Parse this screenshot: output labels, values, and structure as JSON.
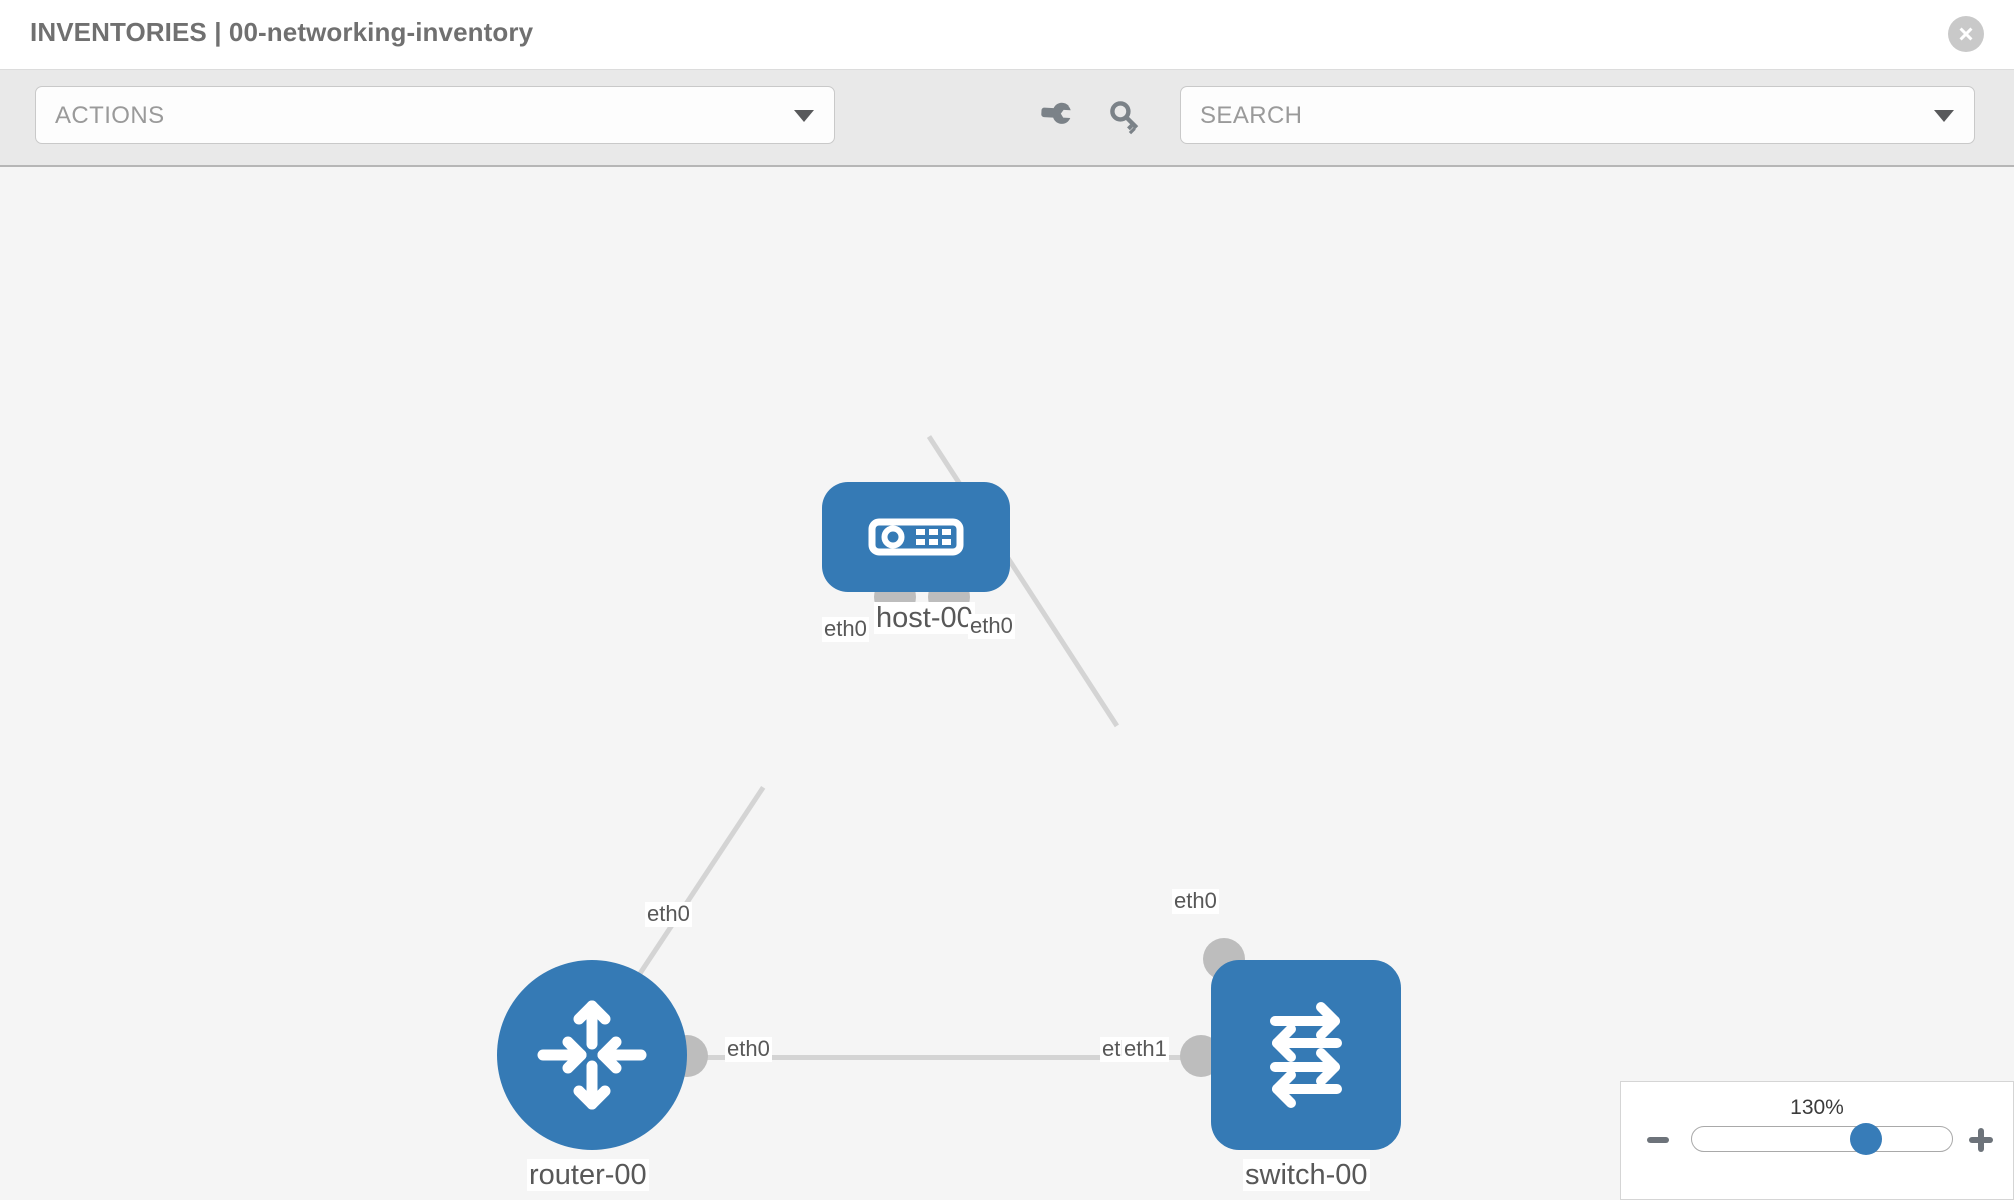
{
  "header": {
    "title": "INVENTORIES | 00-networking-inventory",
    "close_icon": "close-circle-icon"
  },
  "toolbar": {
    "actions_label": "ACTIONS",
    "actions_caret_icon": "chevron-down-icon",
    "wrench_icon": "wrench-icon",
    "key_icon": "key-icon",
    "search_placeholder": "SEARCH",
    "search_value": "",
    "search_caret_icon": "chevron-down-icon"
  },
  "topology": {
    "nodes": [
      {
        "id": "host-00",
        "label": "host-00",
        "icon": "server-icon",
        "shape": "rounded-rect",
        "color": "#357ab5"
      },
      {
        "id": "router-00",
        "label": "router-00",
        "icon": "router-icon",
        "shape": "circle",
        "color": "#357ab5"
      },
      {
        "id": "switch-00",
        "label": "switch-00",
        "icon": "switch-icon",
        "shape": "rounded-square",
        "color": "#357ab5"
      }
    ],
    "links": [
      {
        "from": "host-00",
        "from_if": "eth0",
        "to": "router-00",
        "to_if": "eth0"
      },
      {
        "from": "host-00",
        "from_if": "eth0",
        "to": "switch-00",
        "to_if": "eth0"
      },
      {
        "from": "router-00",
        "from_if": "eth0",
        "to": "switch-00",
        "to_if": "eth1"
      }
    ],
    "interface_labels": {
      "host_left": "eth0",
      "host_right": "eth0",
      "router_up": "eth0",
      "router_right": "eth0",
      "switch_up": "eth0",
      "switch_left_a": "eth0",
      "switch_left_b": "eth1"
    },
    "link_color": "#d4d4d4",
    "nub_color": "#bdbdbd"
  },
  "zoom": {
    "value": "130%",
    "minus_icon": "minus-icon",
    "plus_icon": "plus-icon",
    "slider_name": "zoom-slider"
  }
}
